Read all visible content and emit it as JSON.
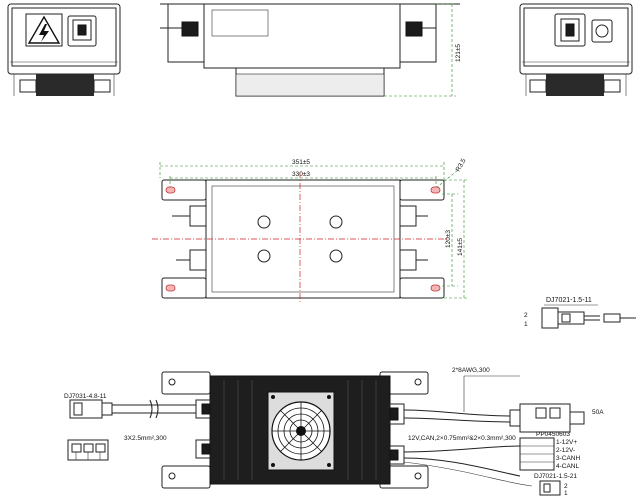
{
  "dimensions": {
    "height_top": "121±5",
    "length_outer": "351±5",
    "length_holes": "330±3",
    "hole_radius": "R3.5",
    "width_holes": "120±3",
    "width_outer": "141±5"
  },
  "connectors": {
    "dj7021_small": "DJ7021-1.5-11",
    "dj7021_pins": [
      "2",
      "1"
    ],
    "dj7031": "DJ7031-4.8-11",
    "ac_cable": "3X2.5mm²,300",
    "awg_cable": "2*8AWG,300",
    "signal_cable": "12V,CAN,2×0.75mm²&2×0.3mm²,300",
    "current_rating": "50A",
    "pp_part": "PP0450603",
    "pinout": [
      "1-12V+",
      "2-12V-",
      "3-CANH",
      "4-CANL"
    ],
    "dj7021_bottom": "DJ7021-1.5-21",
    "dj7021_bottom_pins": [
      "2",
      "1"
    ]
  },
  "colors": {
    "outline": "#222222",
    "dimension": "#2a8a2a",
    "centerline": "#d02020",
    "body_dark": "#1b1b1b"
  },
  "icons": [
    "high-voltage-warning-icon",
    "fan-icon"
  ]
}
